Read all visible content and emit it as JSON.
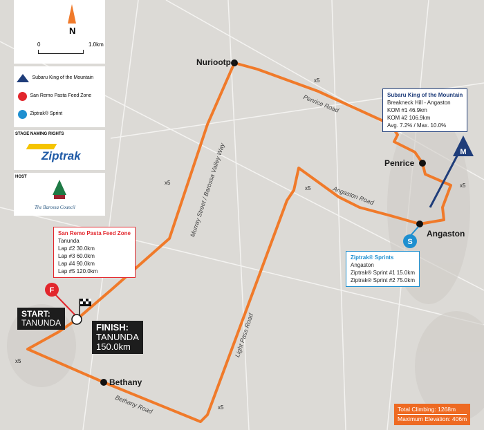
{
  "legend": {
    "north": "N",
    "scale_start": "0",
    "scale_end": "1.0km",
    "items": [
      {
        "icon": "M",
        "label": "Subaru King of the Mountain",
        "color": "#1f3d7a"
      },
      {
        "icon": "F",
        "label": "San Remo Pasta Feed Zone",
        "color": "#e2262c"
      },
      {
        "icon": "S",
        "label": "Ziptrak® Sprint",
        "color": "#1e8fd0"
      }
    ],
    "naming_title": "STAGE NAMING RIGHTS",
    "naming_logo": "Ziptrak",
    "host_title": "HOST",
    "host_logo": "The Barossa Council"
  },
  "towns": {
    "nuriootpa": "Nuriootpa",
    "penrice": "Penrice",
    "angaston": "Angaston",
    "bethany": "Bethany"
  },
  "roads": {
    "penrice": "Penrice Road",
    "angaston": "Angaston Road",
    "murray": "Murray Street / Barossa Valley Way",
    "lightpass": "Light Pass Road",
    "bethany": "Bethany Road"
  },
  "laps": "x5",
  "kom": {
    "title": "Subaru King of the Mountain",
    "place": "Breakneck Hill - Angaston",
    "l1": "KOM #1 46.9km",
    "l2": "KOM #2 106.9km",
    "l3": "Avg. 7.2% / Max. 10.0%"
  },
  "sprint": {
    "title": "Ziptrak® Sprints",
    "place": "Angaston",
    "l1": "Ziptrak® Sprint #1 15.0km",
    "l2": "Ziptrak® Sprint #2 75.0km"
  },
  "feed": {
    "title": "San Remo Pasta Feed Zone",
    "place": "Tanunda",
    "laps": [
      "Lap #2  30.0km",
      "Lap #3  60.0km",
      "Lap #4  90.0km",
      "Lap #5  120.0km"
    ]
  },
  "start": {
    "l1": "START:",
    "l2": "TANUNDA"
  },
  "finish": {
    "l1": "FINISH:",
    "l2": "TANUNDA",
    "l3": "150.0km"
  },
  "stats": {
    "climbing": "Total Climbing: 1268m",
    "elevation": "Maximum Elevation: 406m"
  },
  "colors": {
    "route": "#f07a2a",
    "stats": "#ee6a22"
  }
}
